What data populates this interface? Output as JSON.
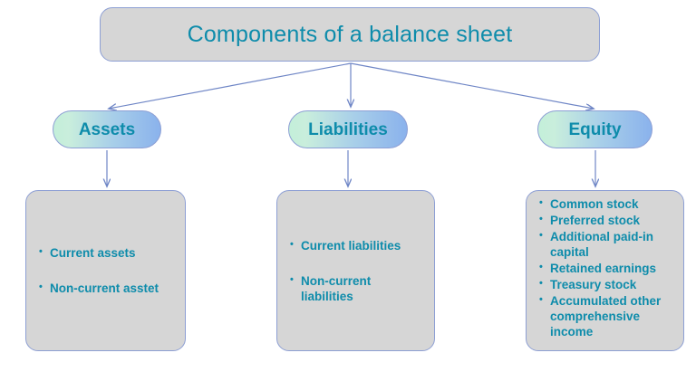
{
  "diagram": {
    "title": "Components of a balance sheet",
    "type": "hierarchy",
    "colors": {
      "box_fill": "#d6d6d6",
      "box_border": "#8d9fd4",
      "text_teal": "#0e8cab",
      "pill_gradient_start": "#c3efd9",
      "pill_gradient_end": "#8ab2ec",
      "connector": "#6f86c6",
      "background": "#ffffff"
    },
    "branches": [
      {
        "id": "assets",
        "label": "Assets",
        "items": [
          "Current assets",
          "Non-current asstet"
        ]
      },
      {
        "id": "liabilities",
        "label": "Liabilities",
        "items": [
          "Current liabilities",
          "Non-current liabilities"
        ]
      },
      {
        "id": "equity",
        "label": "Equity",
        "items": [
          "Common stock",
          "Preferred stock",
          "Additional paid-in capital",
          "Retained earnings",
          "Treasury stock",
          "Accumulated other comprehensive income"
        ]
      }
    ]
  }
}
